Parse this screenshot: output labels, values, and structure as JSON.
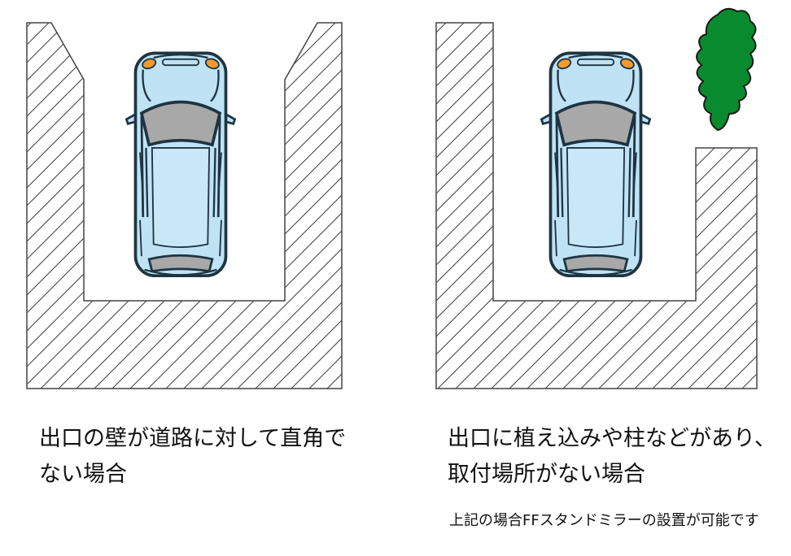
{
  "panels": [
    {
      "caption": "出口の壁が道路に対して直角でない場合",
      "note": ""
    },
    {
      "caption": "出口に植え込みや柱などがあり、取付場所がない場合",
      "note": "上記の場合FFスタンドミラーの設置が可能です"
    }
  ],
  "colors": {
    "wall_hatch": "#444444",
    "car_body": "#bfe3f5",
    "car_outline": "#1f3442",
    "car_glass": "#a8a8a8",
    "car_lights": "#f29a2e",
    "tree": "#0a8a2e"
  },
  "icons": [
    "wall-icon",
    "car-icon",
    "tree-icon"
  ]
}
